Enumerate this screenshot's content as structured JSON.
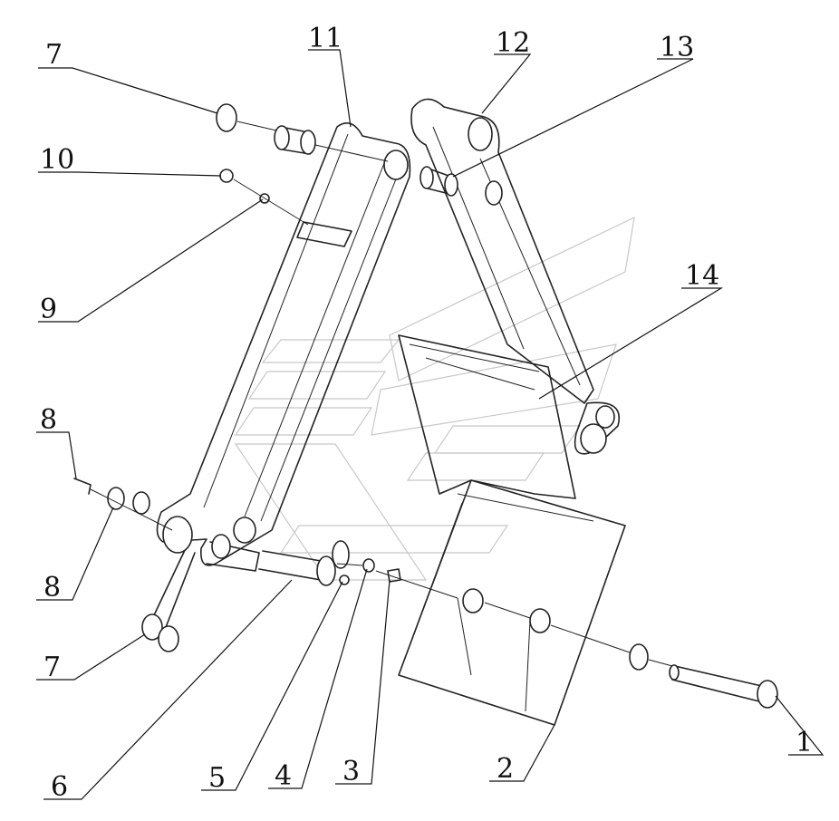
{
  "callouts": [
    {
      "id": "c1",
      "label": "1"
    },
    {
      "id": "c2",
      "label": "2"
    },
    {
      "id": "c3",
      "label": "3"
    },
    {
      "id": "c4",
      "label": "4"
    },
    {
      "id": "c5",
      "label": "5"
    },
    {
      "id": "c6",
      "label": "6"
    },
    {
      "id": "c7a",
      "label": "7"
    },
    {
      "id": "c7b",
      "label": "7"
    },
    {
      "id": "c8",
      "label": "8"
    },
    {
      "id": "c9",
      "label": "9"
    },
    {
      "id": "c10",
      "label": "10"
    },
    {
      "id": "c11",
      "label": "11"
    },
    {
      "id": "c12",
      "label": "12"
    },
    {
      "id": "c13",
      "label": "13"
    },
    {
      "id": "c14",
      "label": "14"
    },
    {
      "id": "c15",
      "label": "15"
    }
  ],
  "colors": {
    "line": "#222222",
    "watermark": "#c8c8c8",
    "background": "#ffffff"
  }
}
